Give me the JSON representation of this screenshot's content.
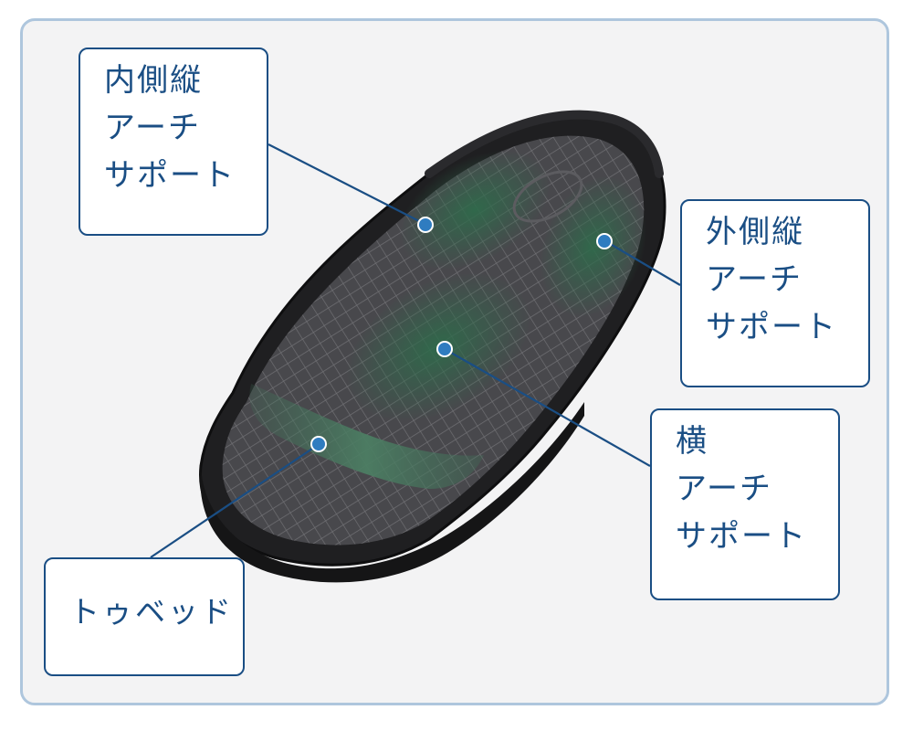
{
  "callouts": {
    "medial_arch": {
      "lines": [
        "内側縦",
        "アーチ",
        "サポート"
      ]
    },
    "lateral_arch": {
      "lines": [
        "外側縦",
        "アーチ",
        "サポート"
      ]
    },
    "transverse_arch": {
      "lines": [
        "横",
        "アーチ",
        "サポート"
      ]
    },
    "toe_bed": {
      "lines": [
        "トゥベッド"
      ]
    }
  },
  "colors": {
    "frame_border": "#aec6dd",
    "callout_border": "#1a4e84",
    "callout_text": "#1a4e84",
    "leader_line": "#1a4e84",
    "sole_black": "#1f1f21",
    "support_green": "#3b6b52"
  }
}
